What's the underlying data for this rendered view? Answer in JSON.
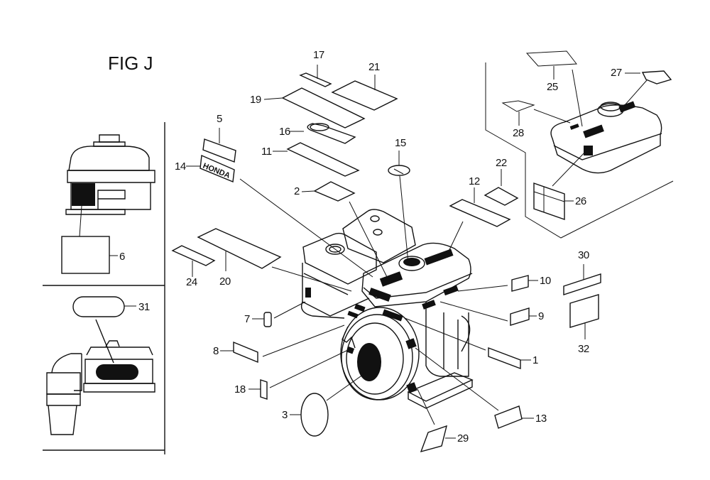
{
  "figure": {
    "title": "FIG J"
  },
  "callouts": [
    {
      "id": "c1",
      "label": "1"
    },
    {
      "id": "c2",
      "label": "2"
    },
    {
      "id": "c3",
      "label": "3"
    },
    {
      "id": "c5",
      "label": "5"
    },
    {
      "id": "c6",
      "label": "6"
    },
    {
      "id": "c7",
      "label": "7"
    },
    {
      "id": "c8",
      "label": "8"
    },
    {
      "id": "c9",
      "label": "9"
    },
    {
      "id": "c10",
      "label": "10"
    },
    {
      "id": "c11",
      "label": "11"
    },
    {
      "id": "c12",
      "label": "12"
    },
    {
      "id": "c13",
      "label": "13"
    },
    {
      "id": "c14",
      "label": "14"
    },
    {
      "id": "c15",
      "label": "15"
    },
    {
      "id": "c16",
      "label": "16"
    },
    {
      "id": "c17",
      "label": "17"
    },
    {
      "id": "c18",
      "label": "18"
    },
    {
      "id": "c19",
      "label": "19"
    },
    {
      "id": "c20",
      "label": "20"
    },
    {
      "id": "c21",
      "label": "21"
    },
    {
      "id": "c22",
      "label": "22"
    },
    {
      "id": "c24",
      "label": "24"
    },
    {
      "id": "c25",
      "label": "25"
    },
    {
      "id": "c26",
      "label": "26"
    },
    {
      "id": "c27",
      "label": "27"
    },
    {
      "id": "c28",
      "label": "28"
    },
    {
      "id": "c29",
      "label": "29"
    },
    {
      "id": "c30",
      "label": "30"
    },
    {
      "id": "c31",
      "label": "31"
    },
    {
      "id": "c32",
      "label": "32"
    }
  ],
  "decal_text": {
    "brand_emblem": "HONDA"
  }
}
